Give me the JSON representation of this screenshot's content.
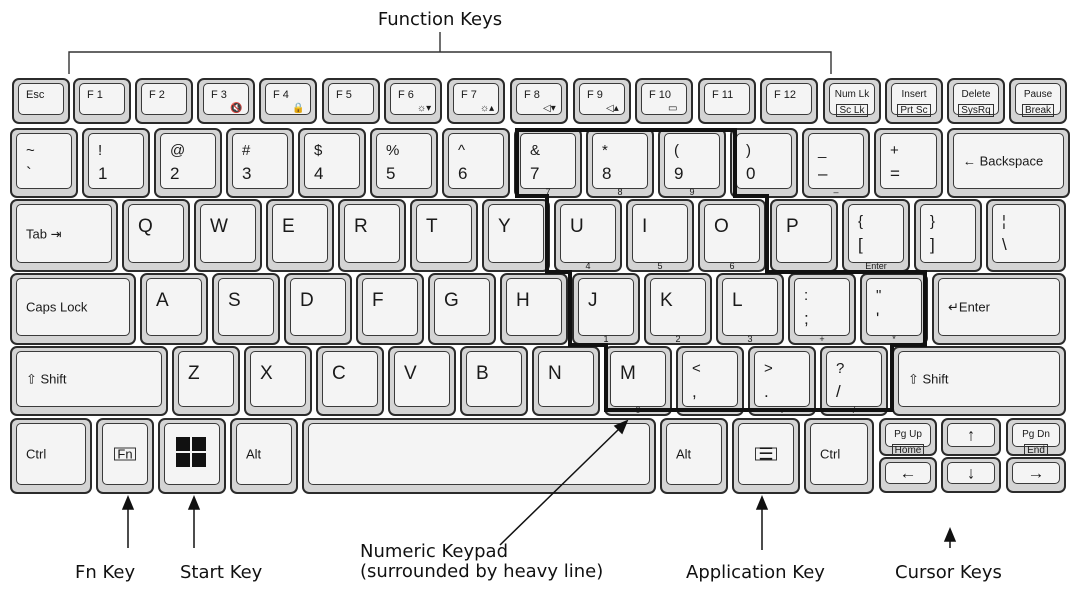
{
  "callouts": {
    "function_keys": "Function Keys",
    "fn_key": "Fn Key",
    "start_key": "Start Key",
    "numeric_keypad_line1": "Numeric Keypad",
    "numeric_keypad_line2": "(surrounded by heavy line)",
    "application_key": "Application Key",
    "cursor_keys": "Cursor Keys"
  },
  "rows": {
    "function_row": [
      {
        "name": "esc",
        "top": "Esc"
      },
      {
        "name": "f1",
        "top": "F 1"
      },
      {
        "name": "f2",
        "top": "F 2"
      },
      {
        "name": "f3",
        "top": "F 3",
        "icon": "🔇"
      },
      {
        "name": "f4",
        "top": "F 4",
        "icon": "🔒"
      },
      {
        "name": "f5",
        "top": "F 5"
      },
      {
        "name": "f6",
        "top": "F 6",
        "icon": "☼▾"
      },
      {
        "name": "f7",
        "top": "F 7",
        "icon": "☼▴"
      },
      {
        "name": "f8",
        "top": "F 8",
        "icon": "◁▾"
      },
      {
        "name": "f9",
        "top": "F 9",
        "icon": "◁▴"
      },
      {
        "name": "f10",
        "top": "F 10",
        "icon": "▭"
      },
      {
        "name": "f11",
        "top": "F 11"
      },
      {
        "name": "f12",
        "top": "F 12"
      },
      {
        "name": "numlk",
        "top": "Num Lk",
        "bottom": "Sc Lk"
      },
      {
        "name": "insert",
        "top": "Insert",
        "bottom": "Prt Sc"
      },
      {
        "name": "delete",
        "top": "Delete",
        "bottom": "SysRq"
      },
      {
        "name": "pause",
        "top": "Pause",
        "bottom": "Break"
      }
    ],
    "number_row": [
      {
        "name": "tilde",
        "top": "~",
        "bottom": "`"
      },
      {
        "name": "1",
        "top": "!",
        "bottom": "1"
      },
      {
        "name": "2",
        "top": "@",
        "bottom": "2"
      },
      {
        "name": "3",
        "top": "#",
        "bottom": "3"
      },
      {
        "name": "4",
        "top": "$",
        "bottom": "4"
      },
      {
        "name": "5",
        "top": "%",
        "bottom": "5"
      },
      {
        "name": "6",
        "top": "^",
        "bottom": "6"
      },
      {
        "name": "7",
        "top": "&",
        "bottom": "7",
        "pad": "7"
      },
      {
        "name": "8",
        "top": "*",
        "bottom": "8",
        "pad": "8"
      },
      {
        "name": "9",
        "top": "(",
        "bottom": "9",
        "pad": "9"
      },
      {
        "name": "0",
        "top": ")",
        "bottom": "0"
      },
      {
        "name": "minus",
        "top": "_",
        "bottom": "–",
        "pad": "–"
      },
      {
        "name": "equals",
        "top": "+",
        "bottom": "="
      },
      {
        "name": "backspace",
        "mid": "← Backspace"
      }
    ],
    "tab_row": [
      {
        "name": "tab",
        "mid": "Tab ⇥"
      },
      {
        "name": "q",
        "big": "Q"
      },
      {
        "name": "w",
        "big": "W"
      },
      {
        "name": "e",
        "big": "E"
      },
      {
        "name": "r",
        "big": "R"
      },
      {
        "name": "t",
        "big": "T"
      },
      {
        "name": "y",
        "big": "Y"
      },
      {
        "name": "u",
        "big": "U",
        "pad": "4"
      },
      {
        "name": "i",
        "big": "I",
        "pad": "5"
      },
      {
        "name": "o",
        "big": "O",
        "pad": "6"
      },
      {
        "name": "p",
        "big": "P"
      },
      {
        "name": "lbracket",
        "top": "{",
        "bottom": "[",
        "pad": "Enter"
      },
      {
        "name": "rbracket",
        "top": "}",
        "bottom": "]"
      },
      {
        "name": "backslash",
        "top": "¦",
        "bottom": "\\"
      }
    ],
    "home_row": [
      {
        "name": "capslock",
        "mid": "Caps Lock"
      },
      {
        "name": "a",
        "big": "A"
      },
      {
        "name": "s",
        "big": "S"
      },
      {
        "name": "d",
        "big": "D"
      },
      {
        "name": "f",
        "big": "F"
      },
      {
        "name": "g",
        "big": "G"
      },
      {
        "name": "h",
        "big": "H"
      },
      {
        "name": "j",
        "big": "J",
        "pad": "1"
      },
      {
        "name": "k",
        "big": "K",
        "pad": "2"
      },
      {
        "name": "l",
        "big": "L",
        "pad": "3"
      },
      {
        "name": "semicolon",
        "top": ":",
        "bottom": ";",
        "pad": "+"
      },
      {
        "name": "quote",
        "top": "\"",
        "bottom": "'",
        "pad": "*"
      },
      {
        "name": "enter",
        "mid": "↵Enter"
      }
    ],
    "shift_row": [
      {
        "name": "lshift",
        "mid": "⇧ Shift"
      },
      {
        "name": "z",
        "big": "Z"
      },
      {
        "name": "x",
        "big": "X"
      },
      {
        "name": "c",
        "big": "C"
      },
      {
        "name": "v",
        "big": "V"
      },
      {
        "name": "b",
        "big": "B"
      },
      {
        "name": "n",
        "big": "N"
      },
      {
        "name": "m",
        "big": "M",
        "pad": "0"
      },
      {
        "name": "comma",
        "top": "<",
        "bottom": ","
      },
      {
        "name": "period",
        "top": ">",
        "bottom": ".",
        "pad": "."
      },
      {
        "name": "slash",
        "top": "?",
        "bottom": "/",
        "pad": "/"
      },
      {
        "name": "rshift",
        "mid": "⇧ Shift"
      }
    ],
    "bottom_row": [
      {
        "name": "lctrl",
        "mid": "Ctrl"
      },
      {
        "name": "fn",
        "mid": "Fn"
      },
      {
        "name": "start",
        "icon": "windows"
      },
      {
        "name": "lalt",
        "mid": "Alt"
      },
      {
        "name": "space",
        "mid": ""
      },
      {
        "name": "ralt",
        "mid": "Alt"
      },
      {
        "name": "app",
        "mid": "☰"
      },
      {
        "name": "rctrl",
        "mid": "Ctrl"
      },
      {
        "name": "pgup",
        "top": "Pg Up",
        "bottom": "Home"
      },
      {
        "name": "up",
        "mid": "↑"
      },
      {
        "name": "pgdn",
        "top": "Pg Dn",
        "bottom": "End"
      },
      {
        "name": "left",
        "mid": "←"
      },
      {
        "name": "down",
        "mid": "↓"
      },
      {
        "name": "right",
        "mid": "→"
      }
    ]
  },
  "colors": {
    "key_face": "#f4f4f4",
    "key_shadow": "#d4d4d4",
    "outline": "#2b2b2b"
  }
}
